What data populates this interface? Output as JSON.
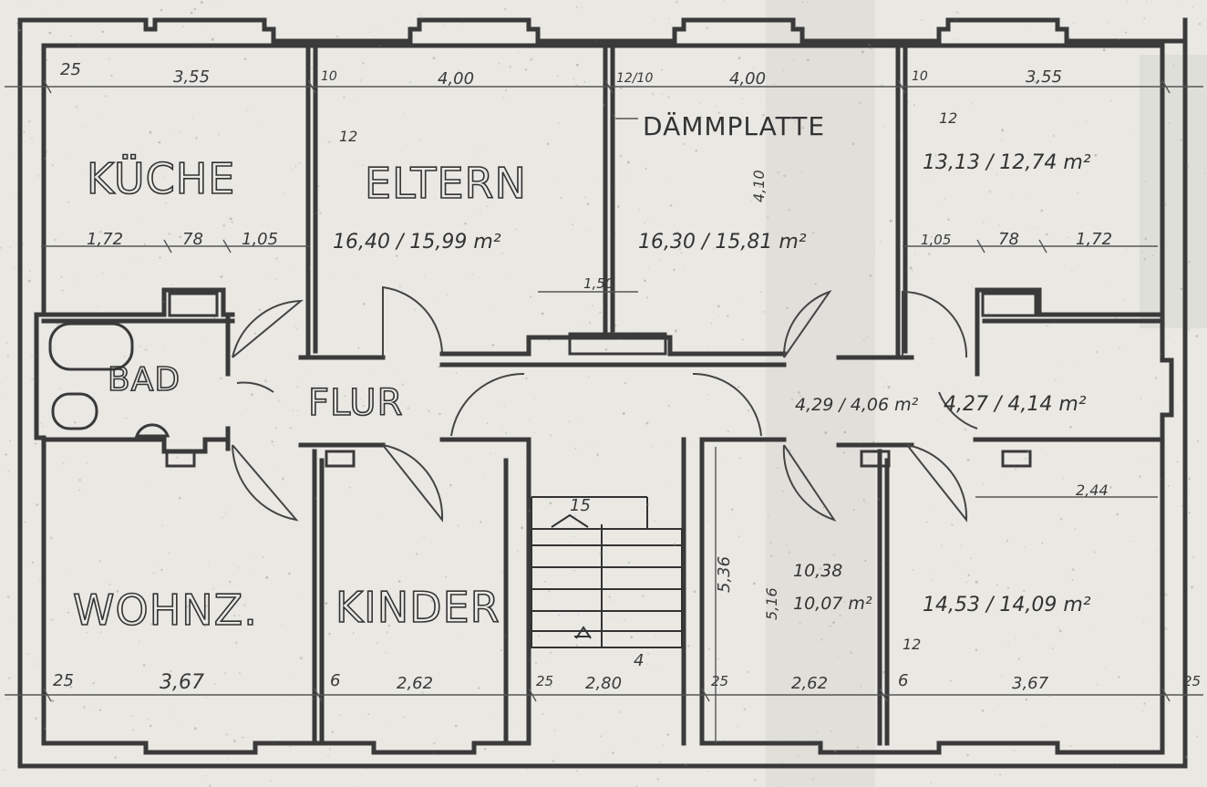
{
  "rooms": {
    "kueche": "KÜCHE",
    "eltern": "ELTERN",
    "bad": "BAD",
    "flur": "FLUR",
    "wohnz": "WOHNZ.",
    "kinder": "KINDER"
  },
  "notes": {
    "daemmplatte": "DÄMMPLATTE"
  },
  "areas": {
    "eltern": "16,40 / 15,99 m²",
    "room_mid_top": "16,30 / 15,81 m²",
    "room_right_top": "13,13 / 12,74 m²",
    "hall_right": "4,29 / 4,06 m²",
    "bath_right": "4,27 / 4,14 m²",
    "room_mid_right_a": "10,38",
    "room_mid_right_b": "10,07 m²",
    "room_right_bottom": "14,53 / 14,09 m²"
  },
  "dimensions": {
    "top_left_25": "25",
    "top_kueche_width": "3,55",
    "top_10_a": "10",
    "top_eltern_width": "4,00",
    "top_12_10": "12/10",
    "top_mid_width": "4,00",
    "top_10_b": "10",
    "top_right_width": "3,55",
    "wall_12_a": "12",
    "wall_12_b": "12",
    "kueche_split_a": "1,72",
    "kueche_split_b": "78",
    "kueche_split_c": "1,05",
    "right_split_a": "1,05",
    "right_split_b": "78",
    "right_split_c": "1,72",
    "door_150": "1,50",
    "vertical_410": "4,10",
    "vertical_516": "5,16",
    "vertical_536": "5,36",
    "stair_15": "15",
    "stair_4": "4",
    "right_244": "2,44",
    "wall_12_c": "12",
    "bottom_25_a": "25",
    "bottom_wohnz_width": "3,67",
    "bottom_6_a": "6",
    "bottom_kinder_width": "2,62",
    "bottom_25_b": "25",
    "bottom_stair_width": "2,80",
    "bottom_25_c": "25",
    "bottom_mid_right_width": "2,62",
    "bottom_6_b": "6",
    "bottom_right_width": "3,67",
    "bottom_25_d": "25"
  },
  "colors": {
    "paper": "#e9e8e3",
    "ink": "#333333"
  }
}
